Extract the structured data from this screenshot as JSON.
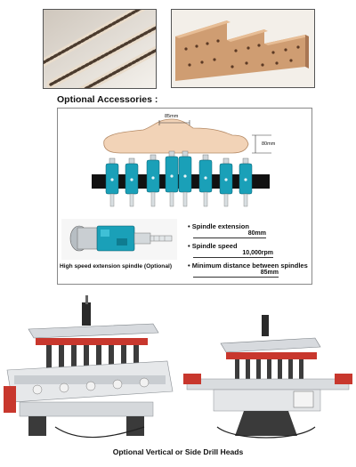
{
  "sections": {
    "accessories_title": "Optional Accessories :",
    "bottom_caption": "Optional Vertical or Side Drill Heads"
  },
  "diagram": {
    "dim_width": "85mm",
    "dim_height": "80mm"
  },
  "spindle": {
    "caption": "High speed extension spindle (Optional)"
  },
  "specs": [
    {
      "label": "Spindle extension",
      "value": "80mm"
    },
    {
      "label": "Spindle speed",
      "value": "10,000rpm"
    },
    {
      "label": "Minimum distance between spindles",
      "value": "85mm"
    }
  ],
  "colors": {
    "cylinder_teal": "#1aa0b8",
    "template_tan": "#f2d3b7",
    "rail_black": "#111111",
    "machine_red": "#c8372d"
  }
}
